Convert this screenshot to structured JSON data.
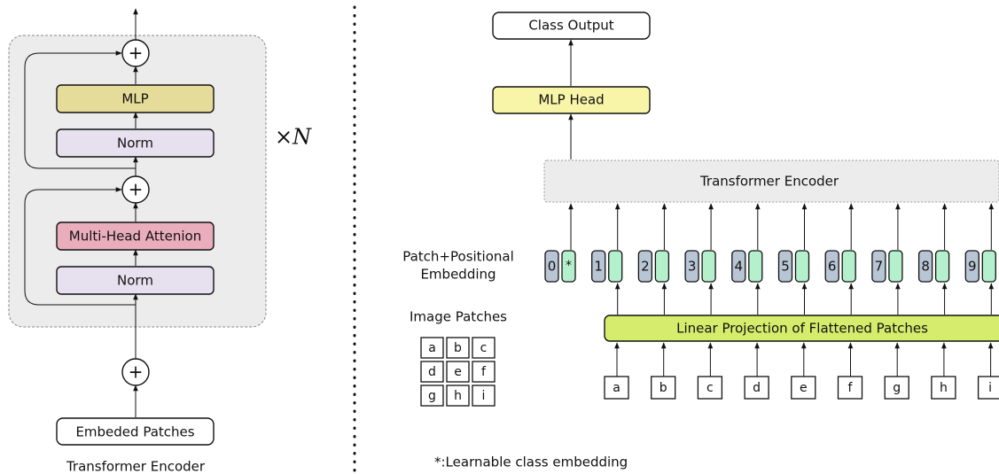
{
  "encoder_block": {
    "repeat_label": "×N",
    "mlp_label": "MLP",
    "norm_top_label": "Norm",
    "attention_label": "Multi-Head Attenion",
    "norm_bottom_label": "Norm",
    "plus_symbol": "+",
    "input_label": "Embeded Patches",
    "caption": "Transformer Encoder"
  },
  "vit": {
    "class_output_label": "Class Output",
    "mlp_head_label": "MLP Head",
    "encoder_label": "Transformer Encoder",
    "embedding_label_line1": "Patch+Positional",
    "embedding_label_line2": "Embedding",
    "image_patches_label": "Image Patches",
    "projection_label": "Linear Projection of Flattened Patches",
    "footnote": "*:Learnable class embedding",
    "position_ids": [
      "0",
      "1",
      "2",
      "3",
      "4",
      "5",
      "6",
      "7",
      "8",
      "9"
    ],
    "class_token_symbol": "*",
    "patch_letters": [
      "a",
      "b",
      "c",
      "d",
      "e",
      "f",
      "g",
      "h",
      "i"
    ],
    "grid_letters": [
      "a",
      "b",
      "c",
      "d",
      "e",
      "f",
      "g",
      "h",
      "i"
    ]
  },
  "colors": {
    "mlp": "#e6dc99",
    "norm": "#e6e0ef",
    "attention": "#eaadbc",
    "mlp_head": "#f8f4a8",
    "projection": "#d5ec6c",
    "position": "#b8c5d4",
    "patch_embed": "#b5f0cd",
    "panel": "#ececec"
  }
}
